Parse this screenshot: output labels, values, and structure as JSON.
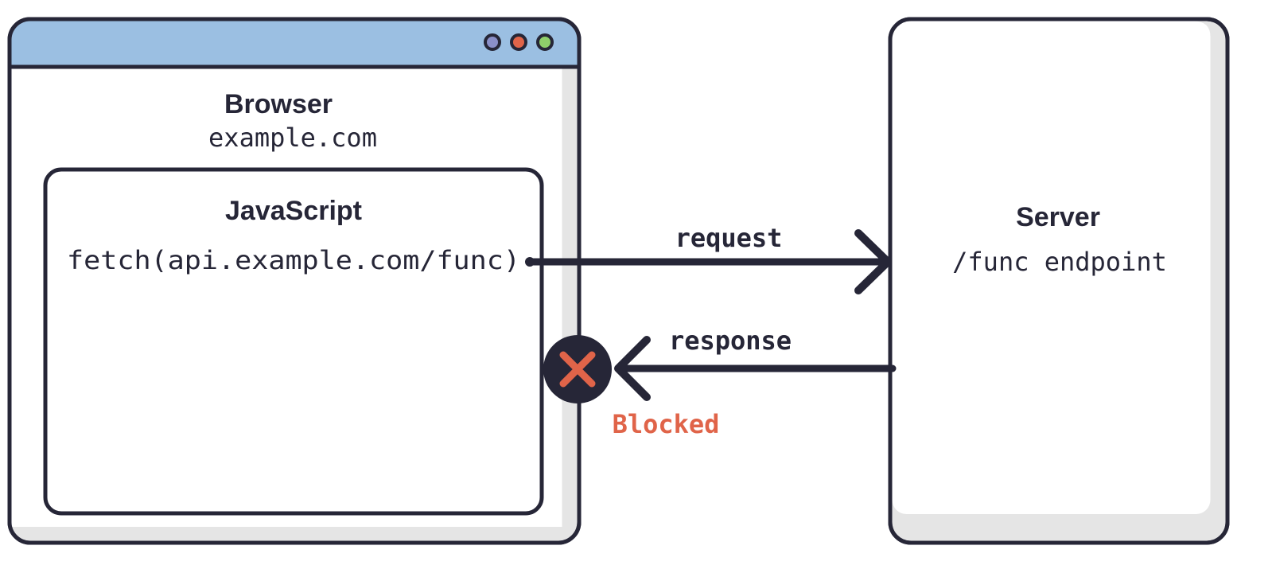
{
  "browser": {
    "title": "Browser",
    "origin": "example.com",
    "window_dots": [
      "#8a8fc8",
      "#e06449",
      "#8fcf6a"
    ]
  },
  "javascript": {
    "title": "JavaScript",
    "code": "fetch(api.example.com/func)"
  },
  "server": {
    "title": "Server",
    "endpoint": "/func endpoint"
  },
  "arrows": {
    "request_label": "request",
    "response_label": "response",
    "blocked_label": "Blocked"
  },
  "colors": {
    "ink": "#262637",
    "titlebar": "#9bbfe2",
    "shadow": "#e5e5e5",
    "blocked": "#e06449",
    "panel": "#ffffff"
  },
  "icons": {
    "blocked": "x-icon",
    "request_head": "arrow-right-icon",
    "response_head": "arrow-left-icon"
  }
}
